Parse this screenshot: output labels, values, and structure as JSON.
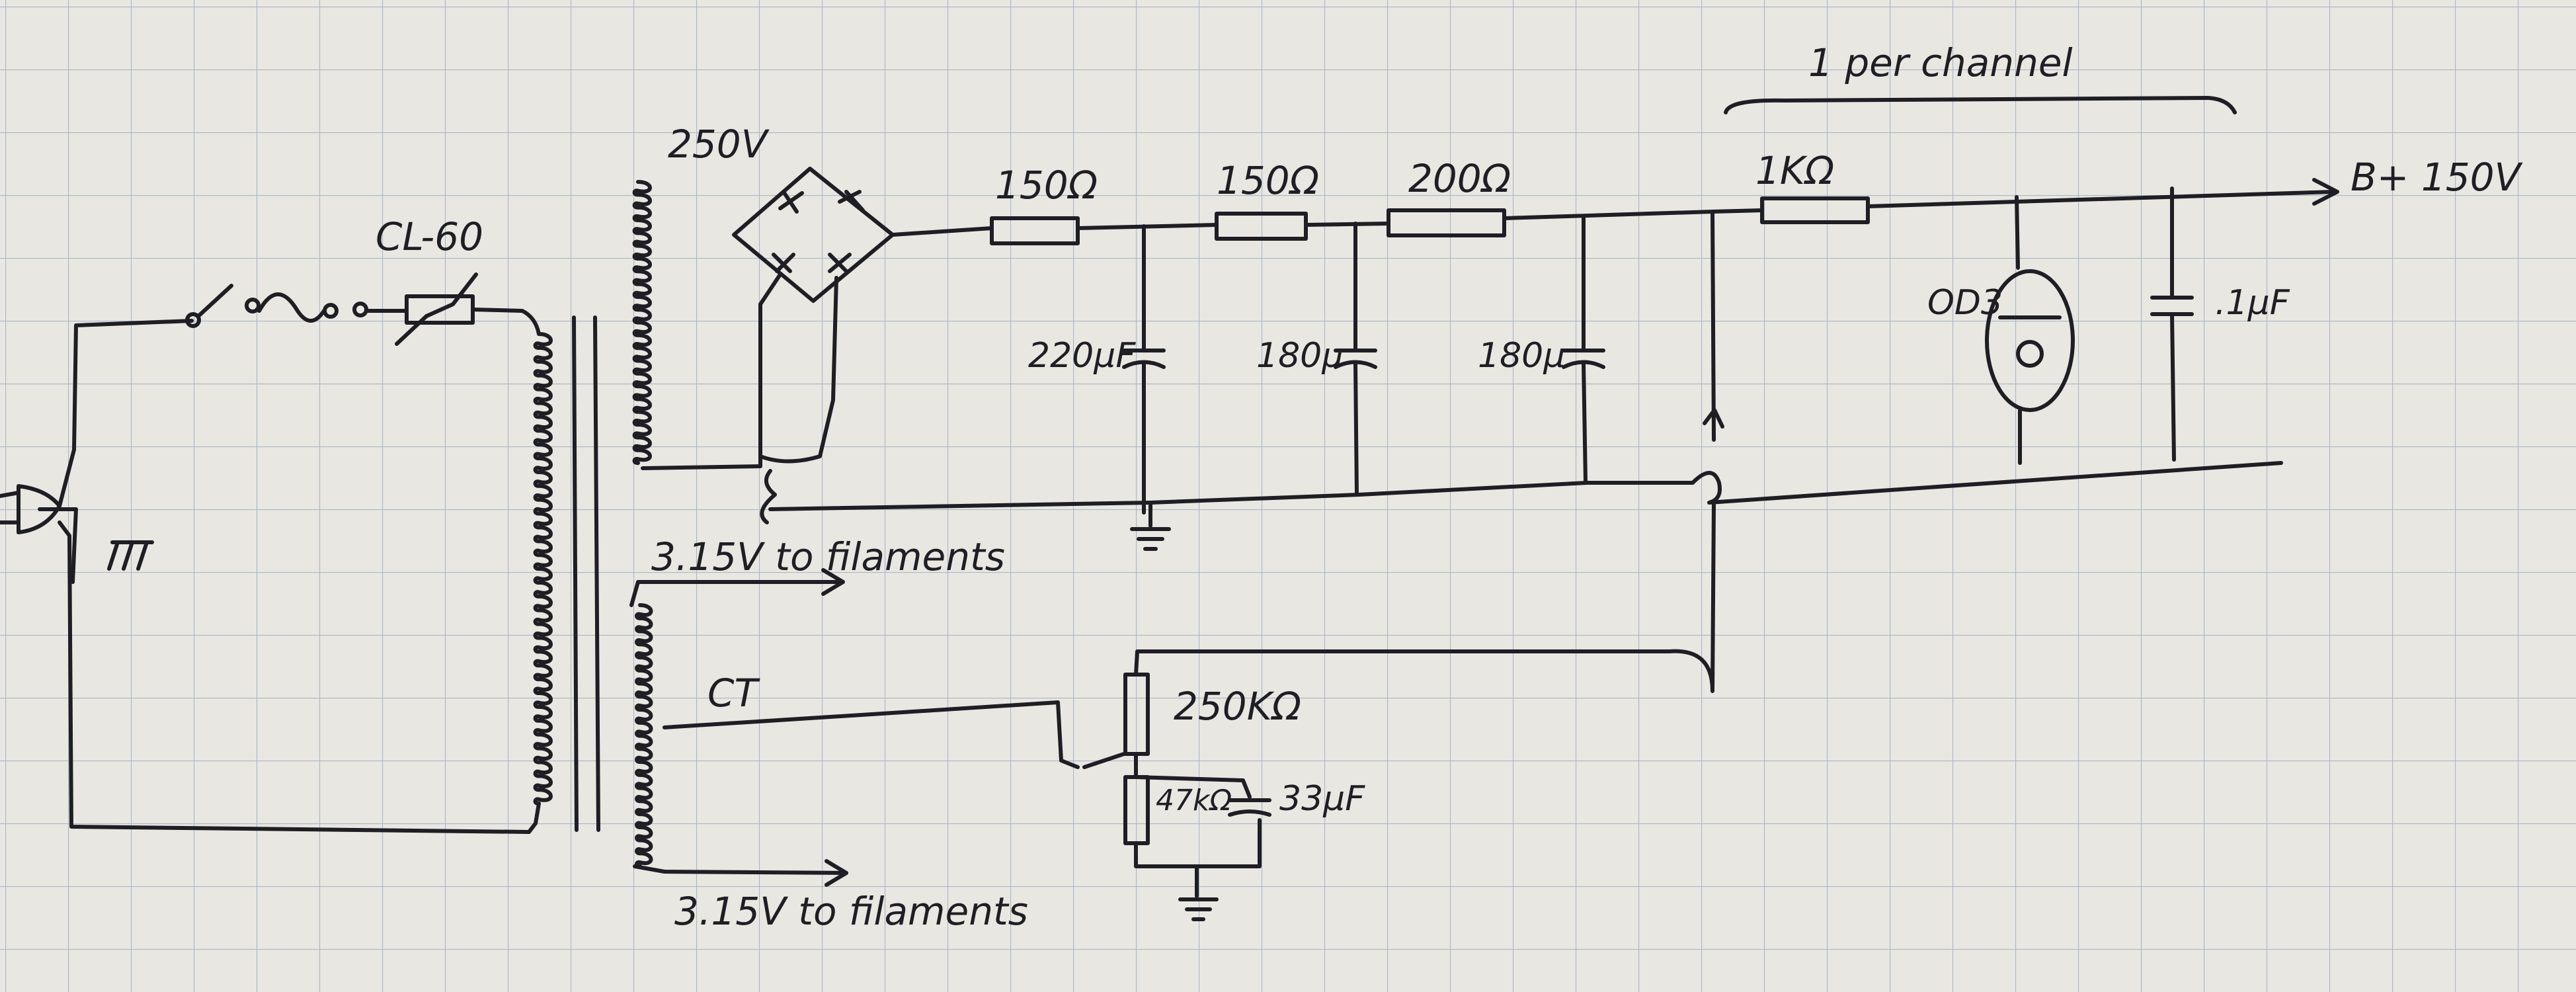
{
  "labels": {
    "secondary_hv": "250V",
    "ntc": "CL-60",
    "r1": "150Ω",
    "r2": "150Ω",
    "r3": "200Ω",
    "r4": "1KΩ",
    "c1": "220μF",
    "c2": "180μ",
    "c3": "180μ",
    "per_channel": "1 per channel",
    "output": "B+ 150V",
    "regulator": "OD3",
    "c_bypass": ".1μF",
    "fil_top": "3.15V to filaments",
    "fil_bottom": "3.15V to filaments",
    "ct": "CT",
    "pot": "250KΩ",
    "r_bias": "47kΩ",
    "c_bias": "33μF"
  }
}
